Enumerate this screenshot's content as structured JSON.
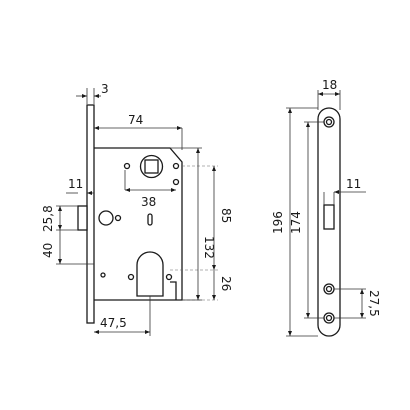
{
  "diagram": {
    "dimensions": {
      "faceplate_thickness": "3",
      "case_width": "74",
      "latch_offset_side": "11",
      "spindle_to_cylinder_gap": "38",
      "latch_height": "25,8",
      "backset_vertical": "40",
      "backset": "47,5",
      "case_height": "132",
      "spindle_to_cylinder": "85",
      "cylinder_lower": "26",
      "faceplate_width": "18",
      "faceplate_height": "196",
      "latch_hole_height": "174",
      "latch_hole_width": "11",
      "screw_spacing": "27,5"
    },
    "colors": {
      "line": "#1a1a1a",
      "dim": "#333333"
    }
  }
}
